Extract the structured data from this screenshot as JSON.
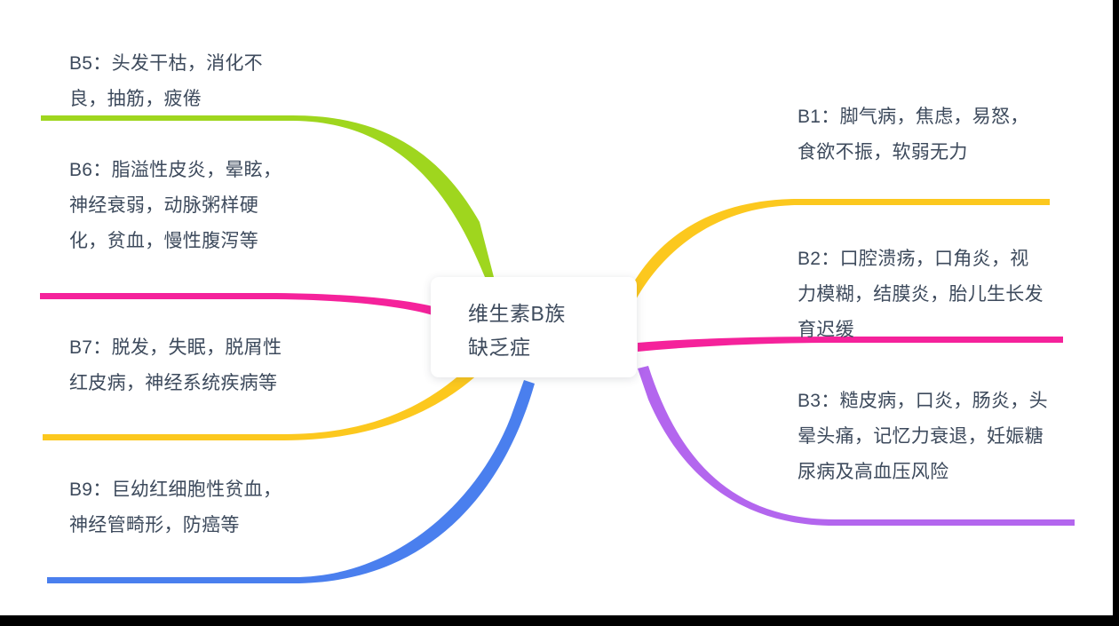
{
  "page": {
    "title": "维生素B族缺乏症思维导图",
    "background_color": "#FFFFFF",
    "text_color": "#3D4A5C",
    "edge_bar_color": "#000000"
  },
  "central_node": {
    "label": "维生素B族\n缺乏症",
    "background_color": "#FFFFFF"
  },
  "branches": {
    "left": [
      {
        "id": "B5",
        "label": "B5：头发干枯，消化不良，抽筋，疲倦",
        "color": "#9FD61E",
        "color_name": "yellow-green"
      },
      {
        "id": "B6",
        "label": "B6：脂溢性皮炎，晕眩，神经衰弱，动脉粥样硬化，贫血，慢性腹泻等",
        "color": "#F5229B",
        "color_name": "magenta-pink"
      },
      {
        "id": "B7",
        "label": "B7：脱发，失眠，脱屑性红皮病，神经系统疾病等",
        "color": "#FCC81E",
        "color_name": "yellow"
      },
      {
        "id": "B9",
        "label": "B9：巨幼红细胞性贫血，神经管畸形，防癌等",
        "color": "#4A7FEE",
        "color_name": "blue"
      }
    ],
    "right": [
      {
        "id": "B1",
        "label": "B1：脚气病，焦虑，易怒，食欲不振，软弱无力",
        "color": "#FCC81E",
        "color_name": "yellow"
      },
      {
        "id": "B2",
        "label": "B2：口腔溃疡，口角炎，视力模糊，结膜炎，胎儿生长发育迟缓",
        "color": "#F5229B",
        "color_name": "magenta-pink"
      },
      {
        "id": "B3",
        "label": "B3：糙皮病，口炎，肠炎，头晕头痛，记忆力衰退，妊娠糖尿病及高血压风险",
        "color": "#B366EE",
        "color_name": "purple"
      }
    ]
  }
}
